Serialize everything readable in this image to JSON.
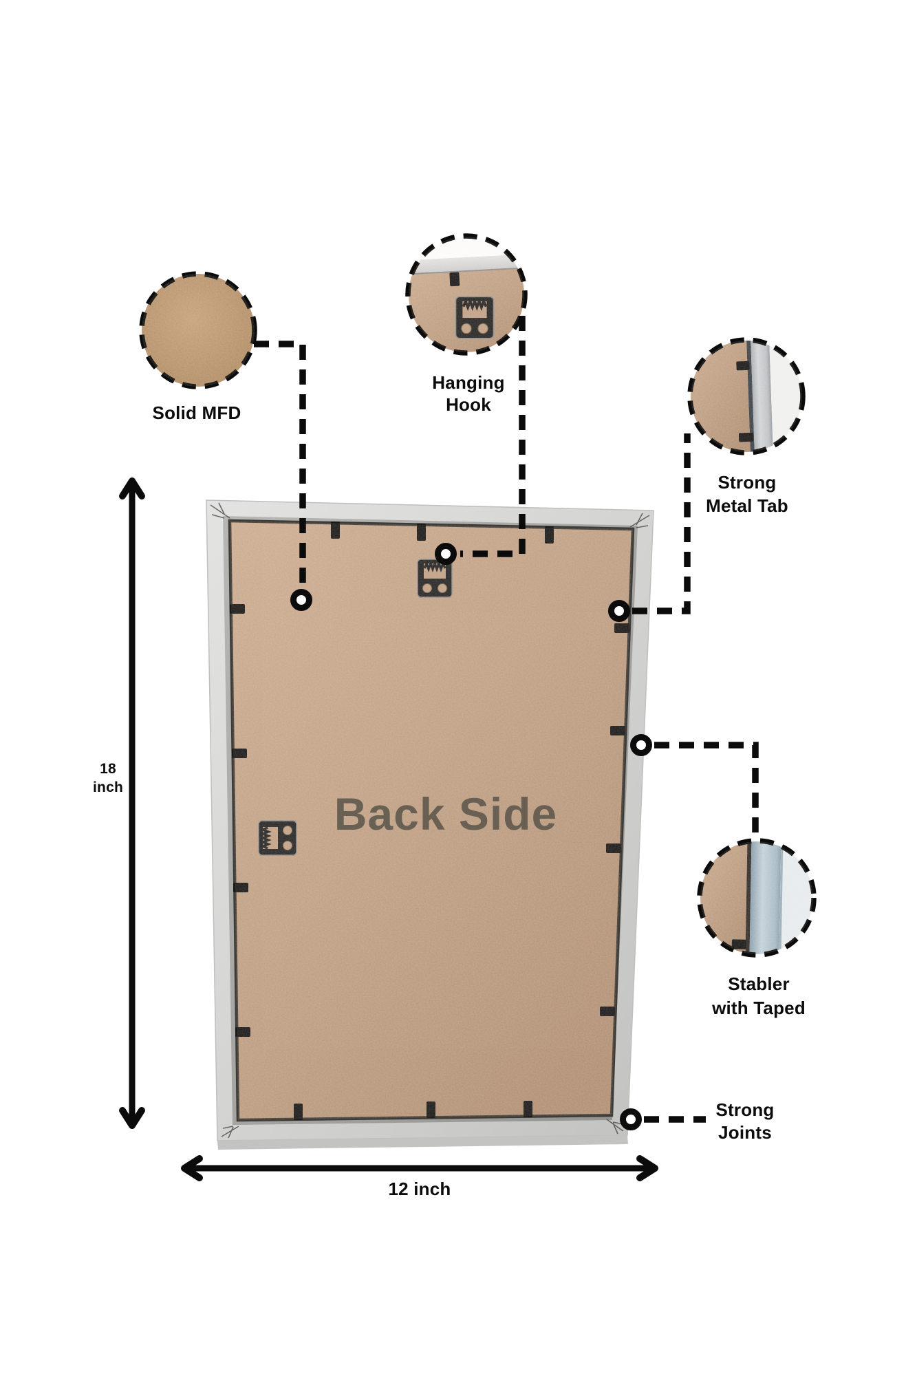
{
  "watermark": "Back Side",
  "callouts": {
    "solid_mfd": {
      "label": "Solid MFD"
    },
    "hanging_hook": {
      "line1": "Hanging",
      "line2": "Hook"
    },
    "strong_metal_tab": {
      "line1": "Strong",
      "line2": "Metal Tab"
    },
    "stabler": {
      "line1": "Stabler",
      "line2": "with Taped"
    },
    "strong_joints": {
      "line1": "Strong",
      "line2": "Joints"
    }
  },
  "dimensions": {
    "height": {
      "value": "18",
      "unit": "inch"
    },
    "width": {
      "label": "12 inch"
    }
  },
  "colors": {
    "background": "#ffffff",
    "connector_black": "#0b0b0b",
    "mdf_board": "#c3a287",
    "frame_silver": "#d4d4d2",
    "tape_blue_gray": "#b4c4cf",
    "watermark_gray": "#655d51"
  }
}
